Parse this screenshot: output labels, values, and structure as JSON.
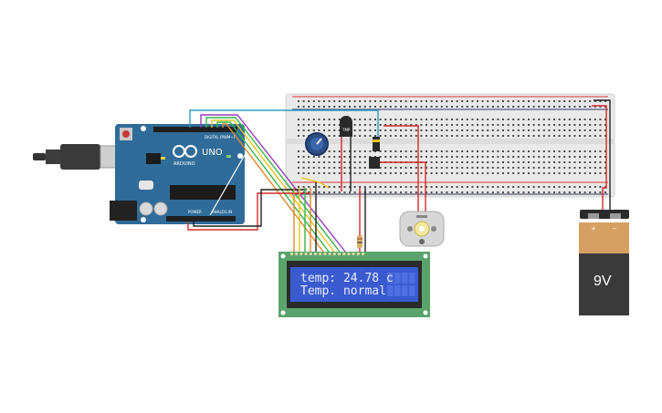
{
  "board": {
    "brand": "ARDUINO",
    "model": "UNO",
    "digital_label": "DIGITAL (PWM~)",
    "power_label": "POWER",
    "analog_label": "ANALOG IN"
  },
  "lcd": {
    "line1": "temp: 24.78 c",
    "line2": "Temp. normal"
  },
  "battery": {
    "voltage": "9V",
    "plus": "+",
    "minus": "−"
  },
  "sensor": {
    "label": "TMP"
  },
  "colors": {
    "board": "#2f6c99",
    "breadboard": "#e9e9e9",
    "lcd_pcb": "#5aa46b",
    "lcd_screen": "#3a5bd0",
    "battery_top": "#d5a062",
    "battery_body": "#3a3a3a",
    "wire_red": "#d62a2a",
    "wire_black": "#222222",
    "wire_green": "#37b34a",
    "wire_yellow": "#e6c520",
    "wire_purple": "#9a3bbd",
    "wire_orange": "#e08a2b",
    "wire_blue": "#2a9ec2"
  }
}
